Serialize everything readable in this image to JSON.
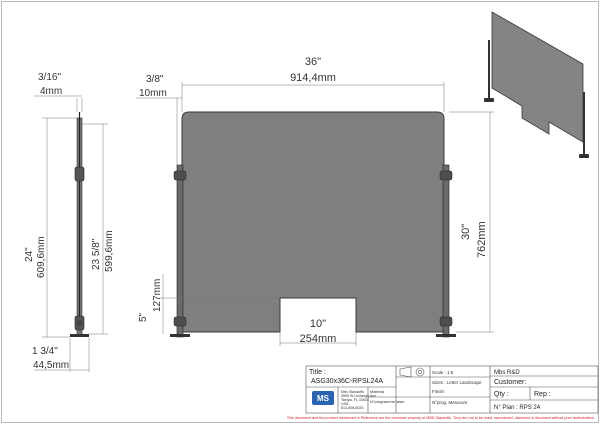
{
  "front_view": {
    "width_in": "36\"",
    "width_mm": "914,4mm",
    "height_in": "30\"",
    "height_mm": "762mm",
    "post_offset_in": "3/8\"",
    "post_offset_mm": "10mm",
    "cutout_width_in": "10\"",
    "cutout_width_mm": "254mm",
    "cutout_height_in": "5\"",
    "cutout_height_mm": "127mm"
  },
  "side_view": {
    "thickness_in": "3/16\"",
    "thickness_mm": "4mm",
    "total_height_in": "24\"",
    "total_height_mm": "609,6mm",
    "post_height_in": "23 5/8\"",
    "post_height_mm": "599,6mm",
    "base_width_in": "1 3/4\"",
    "base_width_mm": "44,5mm"
  },
  "title_block": {
    "title_label": "Title :",
    "title_value": "ASG30x36C-RPSL24A",
    "logo_text": "MS",
    "company_lines": [
      "Mbs Standoffs",
      "5595 W Lindaugh Ave",
      "Tampa, FL 33634",
      "USA",
      "813-608-6025"
    ],
    "material_label": "Material",
    "programme_label": "N°programme laser",
    "scale": "Scale : 1:5",
    "sizes": "Sizes : Letter Landscape",
    "finish_label": "Finish",
    "n_prog": "N°prog. Mesurum",
    "dept": "Mbs R&D",
    "customer_label": "Customer:",
    "qty_label": "Qty :",
    "rep_label": "Rep :",
    "plan_no": "N° Plan : RPS 24"
  },
  "disclaimer": "This document and the product mentioned in Reference are the exclusive property of MBS-Standoffs. They are not to be used, reproduced, disclosed or disclosed without prior authorization",
  "colors": {
    "panel_fill": "#7f7f7f",
    "panel_stroke": "#3a3a3a",
    "dimension_line": "#666666",
    "disclaimer_text": "#d02020",
    "logo_blue": "#2a63b0"
  }
}
